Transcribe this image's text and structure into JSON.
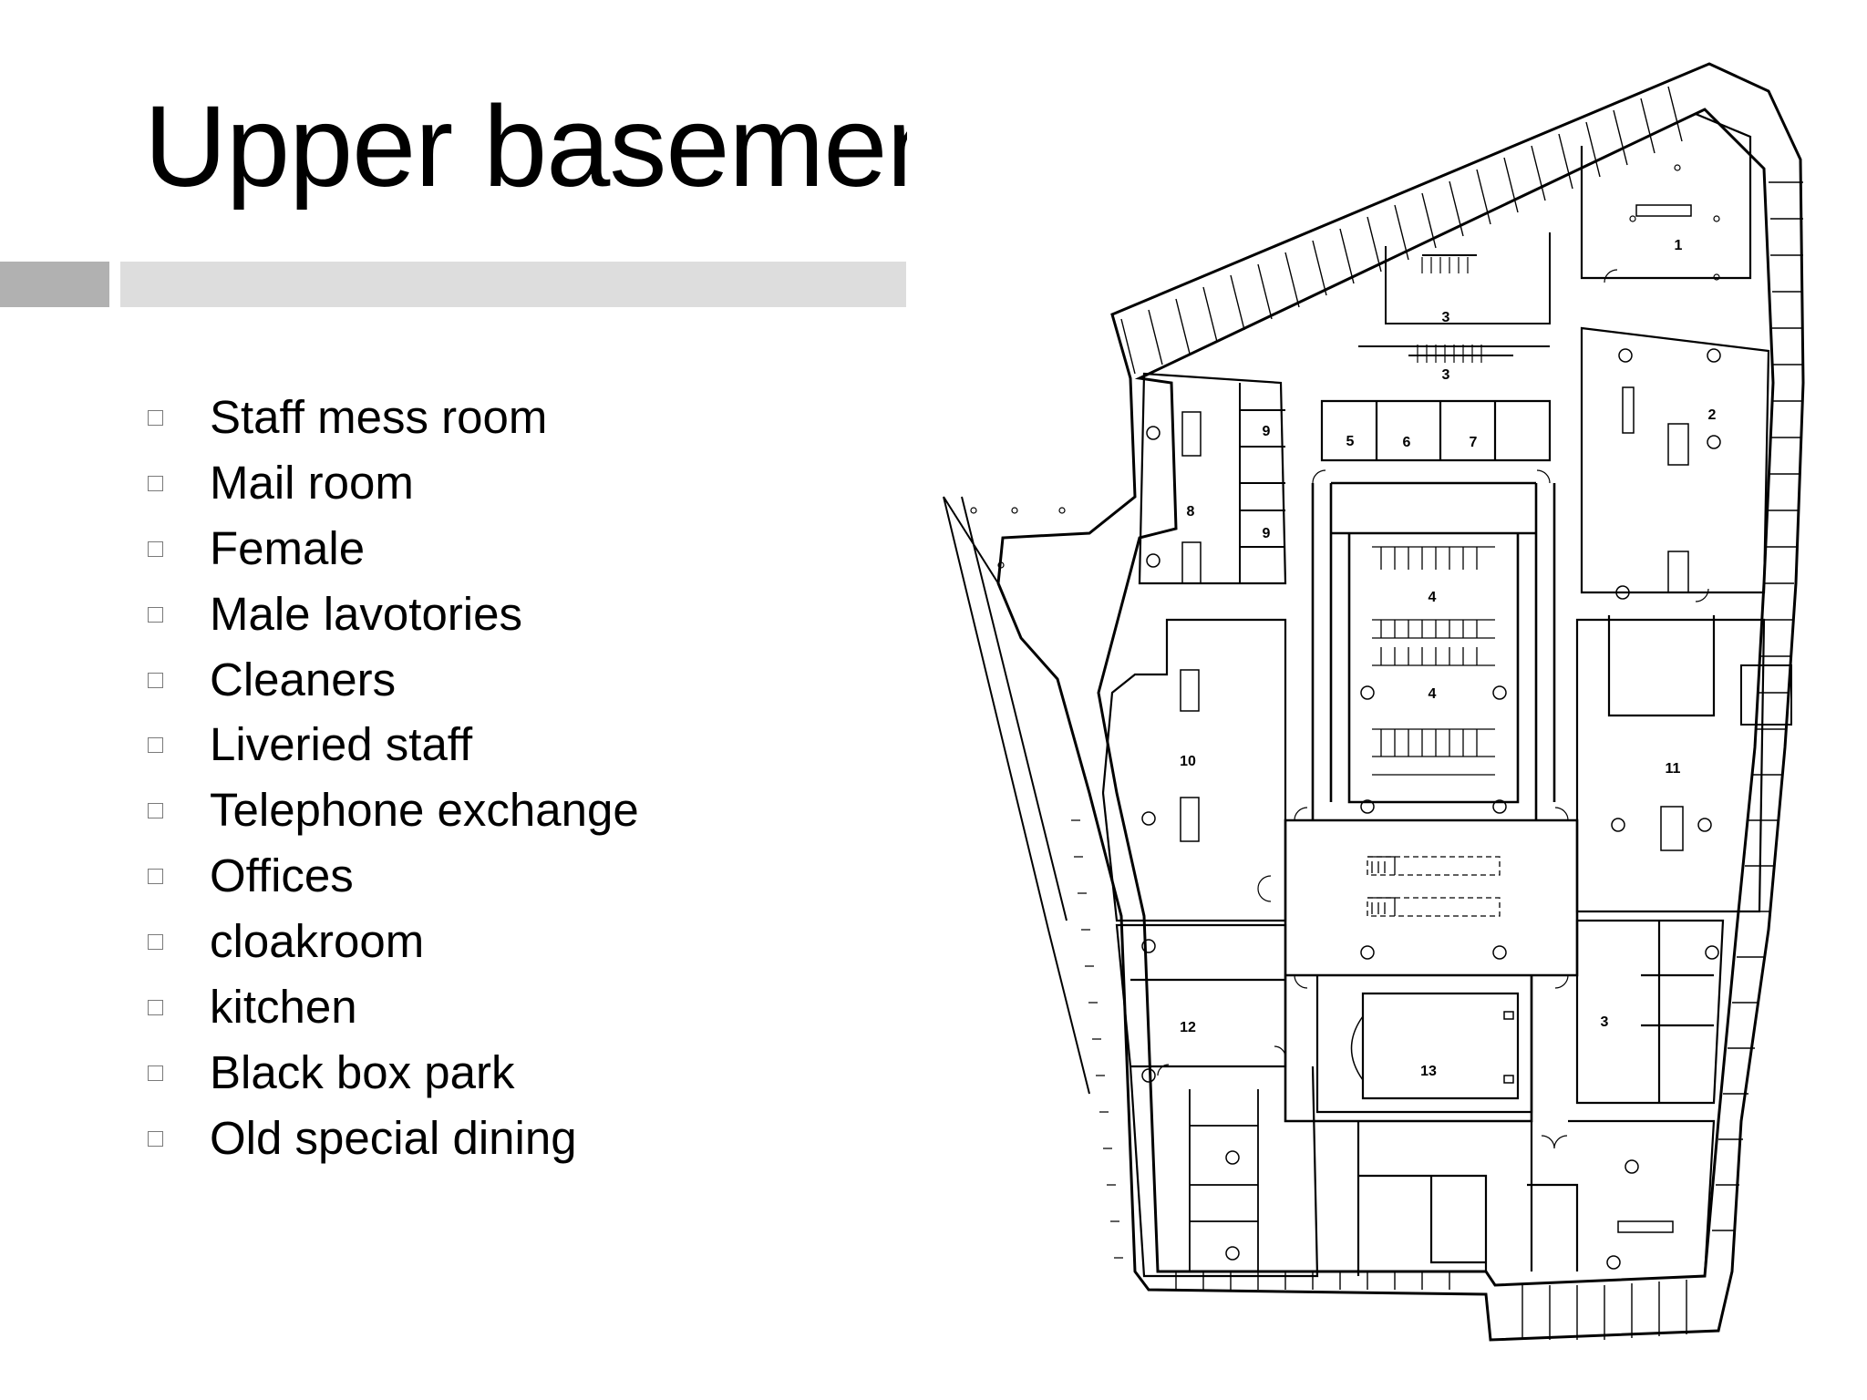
{
  "slide": {
    "title": "Upper basement",
    "bullets": [
      "Staff mess room",
      "Mail room",
      "Female",
      "Male lavotories",
      "Cleaners",
      "Liveried staff",
      "Telephone exchange",
      "Offices",
      "cloakroom",
      "kitchen",
      "Black box park",
      "Old special dining"
    ],
    "accent_colors": {
      "dark": "#b1b1b1",
      "light": "#dddddd"
    }
  },
  "floor_plan": {
    "room_labels": [
      "1",
      "2",
      "3",
      "3",
      "3",
      "4",
      "4",
      "5",
      "6",
      "7",
      "8",
      "9",
      "9",
      "10",
      "11",
      "12",
      "13"
    ]
  }
}
